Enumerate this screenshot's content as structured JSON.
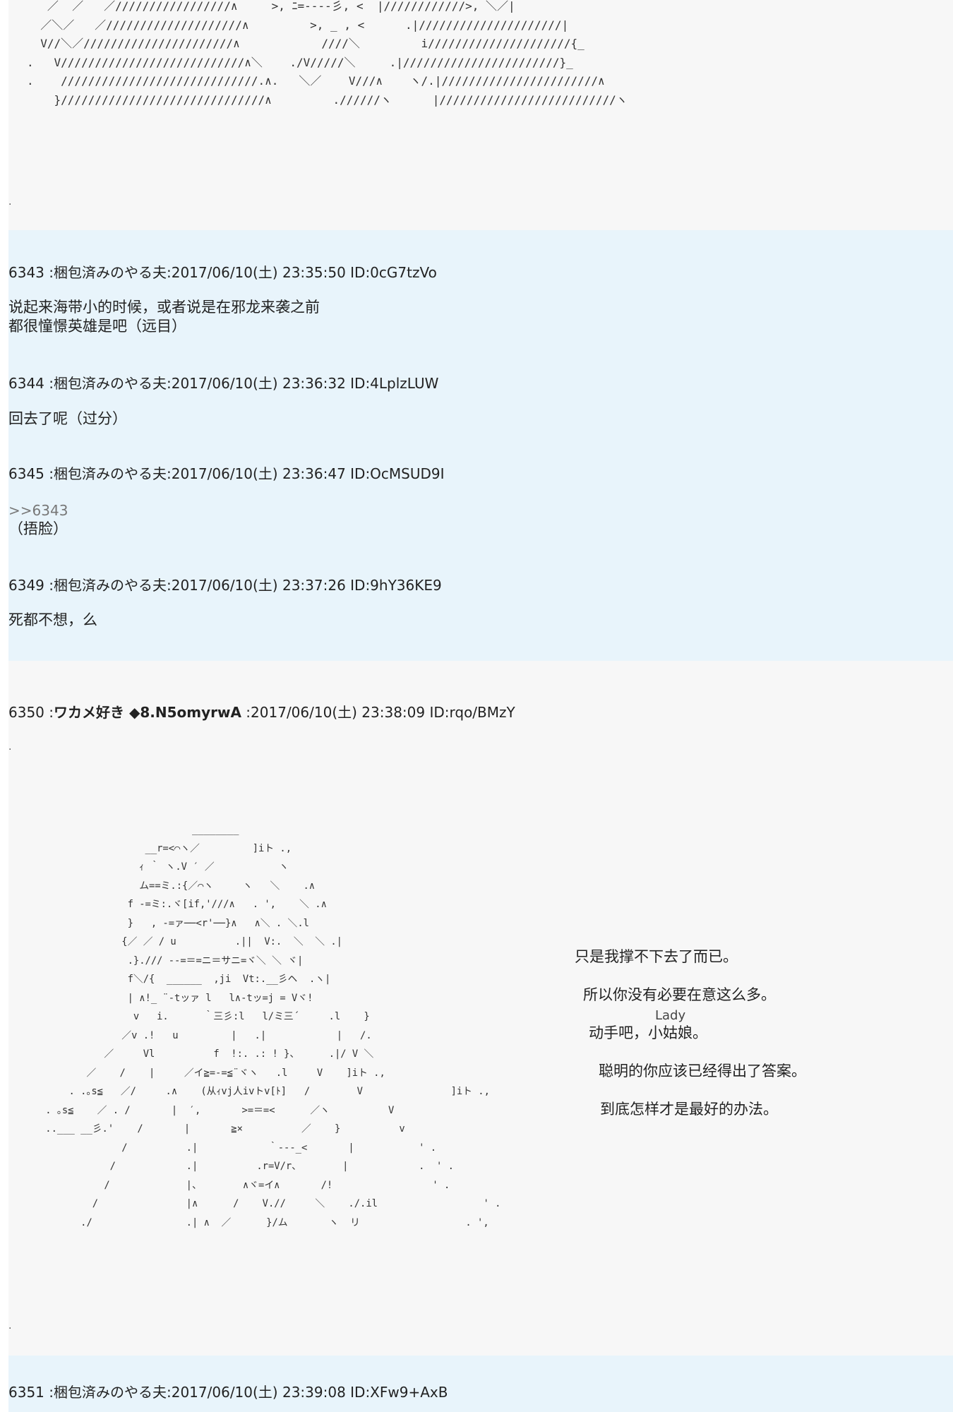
{
  "top_art": "   ／  ／   ／/////////////////∧     >, ﾆ=-‐‐‐彡, <  |////////////>, ＼／|\n  ／＼／   ／////////////////////∧         >, _ , <      .|/////////////////////|\n  V//＼／//////////////////////∧            ////＼         i/////////////////////{_\n.   V///////////////////////////∧＼    ./V/////＼     .|///////////////////////}_\n.    /////////////////////////////.∧.   ＼／    V///∧    ヽ/.|///////////////////////∧\n    }//////////////////////////////∧         .//////ヽ      |//////////////////////////ヽ",
  "dot": ".",
  "posts": [
    {
      "header": "6343 :梱包済みのやる夫:2017/06/10(土) 23:35:50 ID:0cG7tzVo",
      "body": "说起来海带小的时候，或者说是在邪龙来袭之前\n都很憧憬英雄是吧（远目）"
    },
    {
      "header": "6344 :梱包済みのやる夫:2017/06/10(土) 23:36:32 ID:4LplzLUW",
      "body": "回去了呢（过分）"
    },
    {
      "header": "6345 :梱包済みのやる夫:2017/06/10(土) 23:36:47 ID:OcMSUD9I",
      "quote": ">>6343",
      "body": "（捂脸）"
    },
    {
      "header": "6349 :梱包済みのやる夫:2017/06/10(土) 23:37:26 ID:9hY36KE9",
      "body": "死都不想，么"
    }
  ],
  "post_6350": {
    "number": "6350 :",
    "name": "ワカメ好き ◆8.N5omyrwA",
    "rest": " :2017/06/10(土) 23:38:09 ID:rqo/BMzY"
  },
  "figure_art": "                          ________\n                  __r=<⌒ヽ／         ]iト .,\n                 ｨ ｀ ヽ.V ′ ／           ヽ\n                 ム==ミ.:{／⌒ヽ     ヽ   ＼    .∧\n               f ‐=ミ:.ヾ[if,'///∧   . ',    ＼ .∧\n               }   , ‐=ァ──<r'──}∧   ∧＼ . ＼.l\n              {／ ／ / u          .||  V:.  ＼  ＼ .|\n               .}./// ‐‐=＝=ニ＝サニ=ヾ＼ ＼ ヾ|\n               f＼/{  ______  ,ji  Vt:.__彡ヘ  .ヽ|\n               | ∧!_ ¨‐tッァ l   l∧‐tッ=j = Vヾ!\n                v   i.      ｀三彡:l   l/ミ三´     .l    }\n              ／v .!   u         |   .|            |   /.\n           ／     Vl          f  !:. .: ! }、     .|/ V ＼\n        ／    /    |     ／イ≧=‐=≦¨ヾヽ   .l     V    ]iト .,\n     . .｡s≦   ／/     .∧    (从ｨvj人ivトv[ﾄ]   /        V               ]iト .,\n . ｡s≦    ／ . /       |  ′,       >=＝=<      ／ヽ          V\n ..___ __彡.'    /       |       ≧×          ／    }          v\n              /          .|            ｀‐‐‐_<       |           ' .\n            /            .|          .r=V/r、       |            .  ' .\n           /             |、       ∧ヾ=イ∧       /!                 ' .\n         /               |∧      /    V.//     ＼    ./.il                  ' .\n       ./                .| ∧  ／      }/ム       ヽ  リ                  . ',",
  "dialogue": {
    "line1": "只是我撑不下去了而已。",
    "line2": "所以你没有必要在意这么多。",
    "ruby": "Lady",
    "line3": "动手吧，小姑娘。",
    "line4": "聪明的你应该已经得出了答案。",
    "line5": "到底怎样才是最好的办法。"
  },
  "post_6351": {
    "header": "6351 :梱包済みのやる夫:2017/06/10(土) 23:39:08 ID:XFw9+AxB"
  }
}
